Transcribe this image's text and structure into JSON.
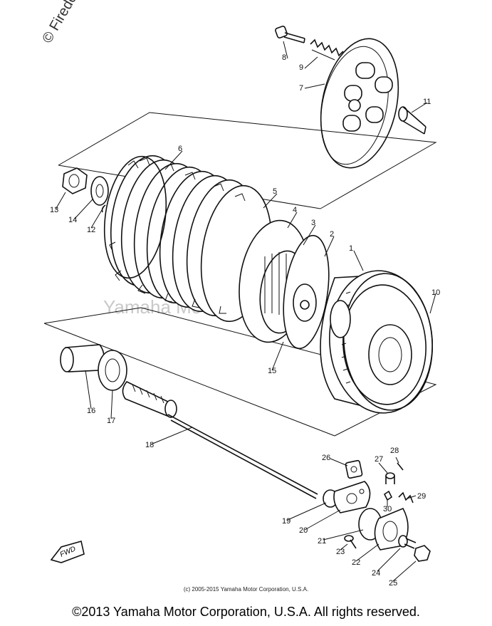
{
  "watermarks": {
    "top_left": "© Firedog",
    "center": "Yamaha Motor Corp. U.S.A."
  },
  "callouts": [
    "1",
    "2",
    "3",
    "4",
    "5",
    "6",
    "7",
    "8",
    "9",
    "10",
    "11",
    "12",
    "13",
    "14",
    "15",
    "16",
    "17",
    "18",
    "19",
    "20",
    "21",
    "22",
    "23",
    "24",
    "25",
    "26",
    "27",
    "28",
    "29",
    "30"
  ],
  "direction_tag": "FWD",
  "footer": {
    "small": "(c) 2005-2015 Yamaha Motor Corporation, U.S.A.",
    "large": "©2013 Yamaha Motor Corporation, U.S.A. All rights reserved."
  }
}
